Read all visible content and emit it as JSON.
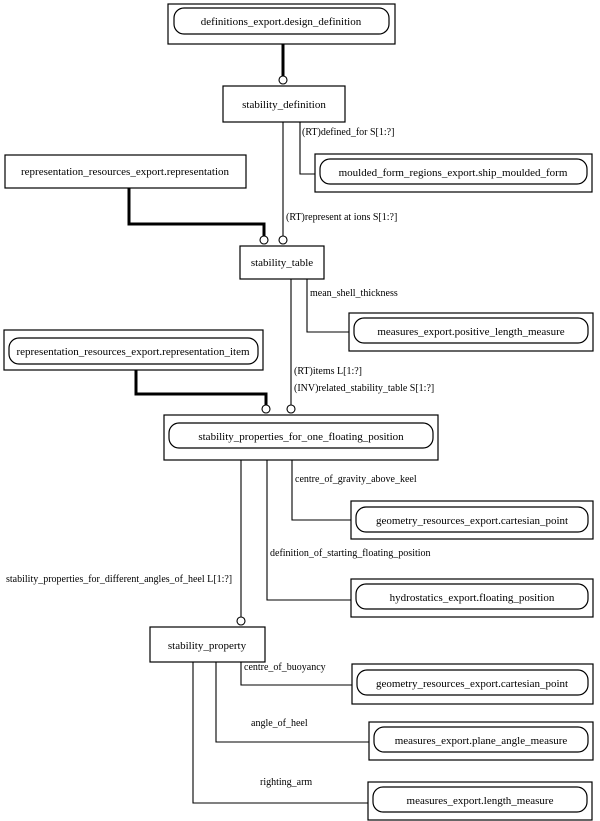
{
  "entities": {
    "design_definition": "definitions_export.design_definition",
    "stability_definition": "stability_definition",
    "ship_moulded_form": "moulded_form_regions_export.ship_moulded_form",
    "representation": "representation_resources_export.representation",
    "stability_table": "stability_table",
    "positive_length_measure": "measures_export.positive_length_measure",
    "representation_item": "representation_resources_export.representation_item",
    "stability_properties_for_one_floating_position": "stability_properties_for_one_floating_position",
    "cartesian_point_1": "geometry_resources_export.cartesian_point",
    "floating_position": "hydrostatics_export.floating_position",
    "stability_property": "stability_property",
    "cartesian_point_2": "geometry_resources_export.cartesian_point",
    "plane_angle_measure": "measures_export.plane_angle_measure",
    "length_measure": "measures_export.length_measure"
  },
  "relations": {
    "defined_for": "(RT)defined_for S[1:?]",
    "representations": "(RT)represent at ions S[1:?]",
    "mean_shell_thickness": "mean_shell_thickness",
    "items": "(RT)items L[1:?]",
    "related_stability_table": "(INV)related_stability_table S[1:?]",
    "centre_of_gravity_above_keel": "centre_of_gravity_above_keel",
    "definition_of_starting_floating_position": "definition_of_starting_floating_position",
    "stability_properties_for_different_angles_of_heel": "stability_properties_for_different_angles_of_heel L[1:?]",
    "centre_of_buoyancy": "centre_of_buoyancy",
    "angle_of_heel": "angle_of_heel",
    "righting_arm": "righting_arm"
  }
}
